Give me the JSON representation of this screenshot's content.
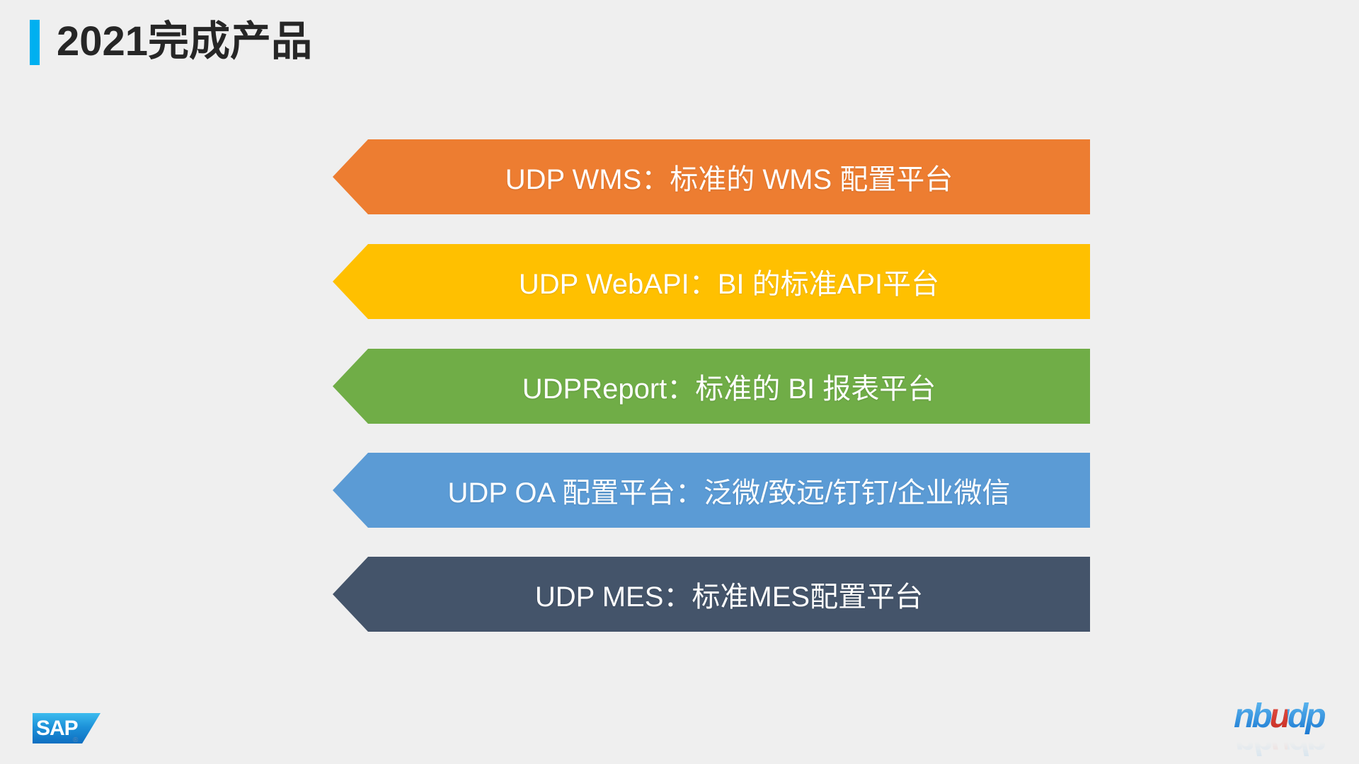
{
  "title": {
    "text": "2021完成产品",
    "accent_color": "#00B0F0",
    "text_color": "#262626"
  },
  "background_color": "#EFEFEF",
  "banners": [
    {
      "label": "UDP WMS：标准的 WMS 配置平台",
      "color": "#ED7D31"
    },
    {
      "label": "UDP WebAPI：BI 的标准API平台",
      "color": "#FFC000"
    },
    {
      "label": "UDPReport：标准的 BI 报表平台",
      "color": "#70AD47"
    },
    {
      "label": "UDP OA 配置平台：泛微/致远/钉钉/企业微信",
      "color": "#5B9BD5"
    },
    {
      "label": "UDP MES：标准MES配置平台",
      "color": "#44546A"
    }
  ],
  "logos": {
    "sap": {
      "text": "SAP",
      "registered_mark": "®",
      "gradient_top": "#3CBCEF",
      "gradient_bottom": "#0E6FC1"
    },
    "nbudp": {
      "part_blue_1": "nb",
      "part_red": "u",
      "part_blue_2": "dp",
      "blue": "#2E8FDE",
      "red": "#D93325"
    }
  }
}
